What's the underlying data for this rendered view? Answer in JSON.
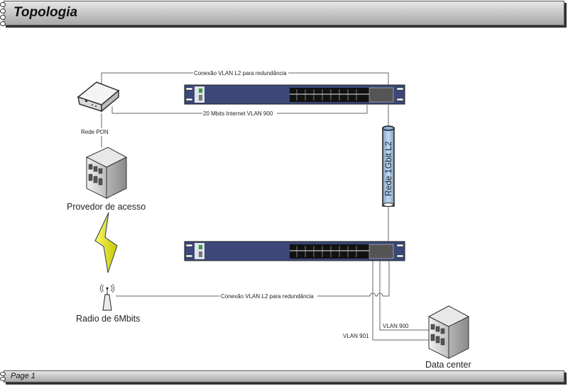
{
  "header": {
    "title": "Topologia"
  },
  "footer": {
    "page_label": "Page 1"
  },
  "nodes": {
    "onu": {
      "label": "Rede PON"
    },
    "provider": {
      "label": "Provedor de acesso"
    },
    "radio": {
      "label": "Radio de 6Mbits"
    },
    "cloud": {
      "label": "Rede 1Gbit L2"
    },
    "datacenter": {
      "label": "Data center"
    }
  },
  "links": {
    "top_redundancy": "Conexão VLAN L2 para redundância",
    "internet_vlan": "20 Mbits Internet VLAN 900",
    "bottom_redundancy": "Conexão VLAN L2 para redundância",
    "vlan900": "VLAN 900",
    "vlan901": "VLAN 901"
  },
  "colors": {
    "switch_body": "#3b4878",
    "cylinder": "#a9c4e0",
    "bolt": "#f0ef1a"
  }
}
